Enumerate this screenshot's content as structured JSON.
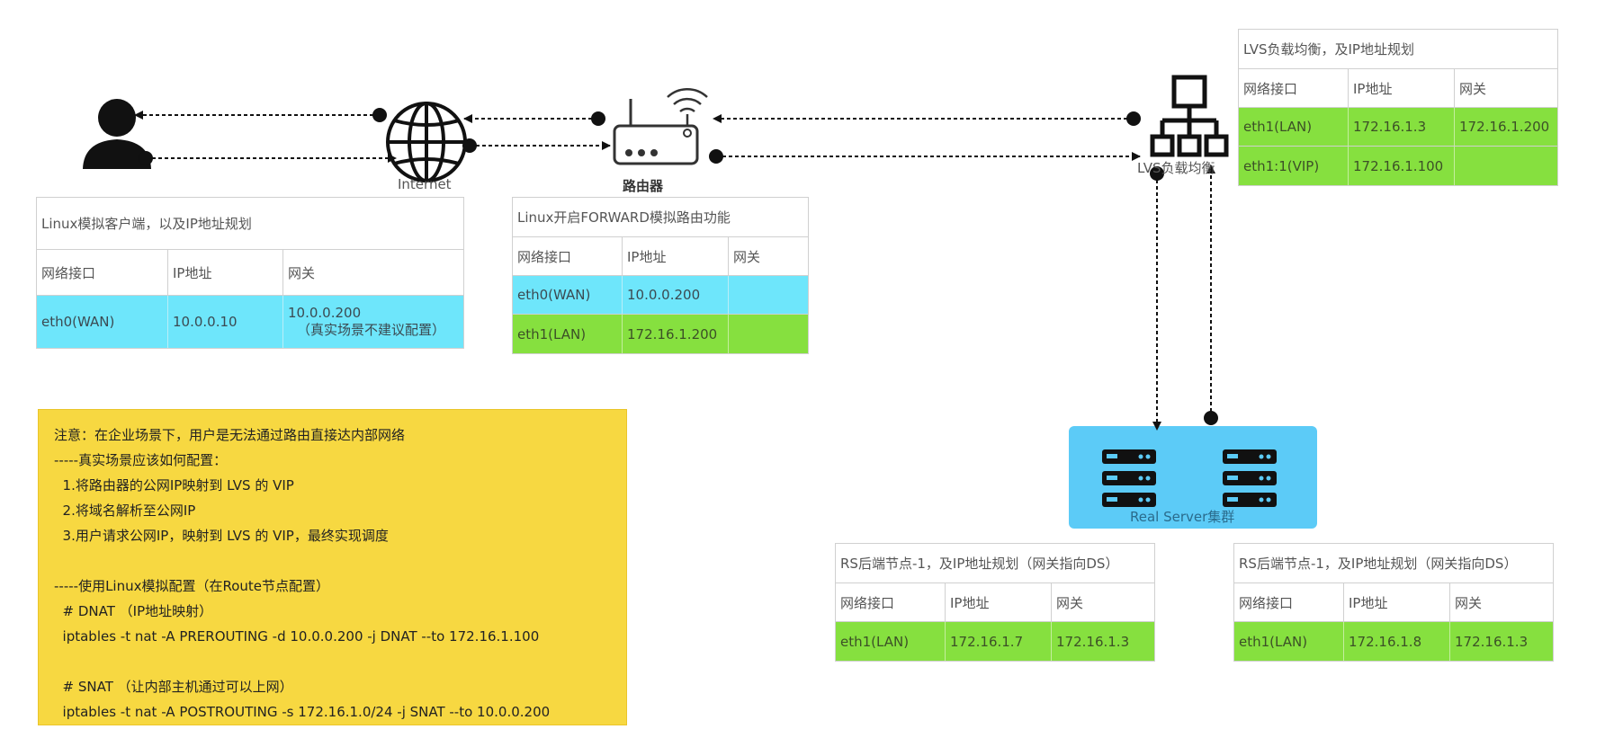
{
  "labels": {
    "internet": "Internet",
    "router": "路由器",
    "lvs": "LVS负载均衡",
    "cluster": "Real Server集群"
  },
  "tables": {
    "client": {
      "caption": "Linux模拟客户端，以及IP地址规划",
      "headers": [
        "网络接口",
        "IP地址",
        "网关"
      ],
      "rows": [
        {
          "iface": "eth0(WAN)",
          "ip": "10.0.0.10",
          "gw_line1": "10.0.0.200",
          "gw_line2": "（真实场景不建议配置）"
        }
      ]
    },
    "router": {
      "caption": "Linux开启FORWARD模拟路由功能",
      "headers": [
        "网络接口",
        "IP地址",
        "网关"
      ],
      "rows": [
        {
          "iface": "eth0(WAN)",
          "ip": "10.0.0.200",
          "gw": ""
        },
        {
          "iface": "eth1(LAN)",
          "ip": "172.16.1.200",
          "gw": ""
        }
      ]
    },
    "lvs": {
      "caption": "LVS负载均衡，及IP地址规划",
      "headers": [
        "网络接口",
        "IP地址",
        "网关"
      ],
      "rows": [
        {
          "iface": "eth1(LAN)",
          "ip": "172.16.1.3",
          "gw": "172.16.1.200"
        },
        {
          "iface": "eth1:1(VIP)",
          "ip": "172.16.1.100",
          "gw": ""
        }
      ]
    },
    "rs1": {
      "caption": "RS后端节点-1，及IP地址规划（网关指向DS）",
      "headers": [
        "网络接口",
        "IP地址",
        "网关"
      ],
      "rows": [
        {
          "iface": "eth1(LAN)",
          "ip": "172.16.1.7",
          "gw": "172.16.1.3"
        }
      ]
    },
    "rs2": {
      "caption": "RS后端节点-1，及IP地址规划（网关指向DS）",
      "headers": [
        "网络接口",
        "IP地址",
        "网关"
      ],
      "rows": [
        {
          "iface": "eth1(LAN)",
          "ip": "172.16.1.8",
          "gw": "172.16.1.3"
        }
      ]
    }
  },
  "note": {
    "lines": [
      "注意：在企业场景下，用户是无法通过路由直接达内部网络",
      "-----真实场景应该如何配置：",
      "  1.将路由器的公网IP映射到 LVS 的 VIP",
      "  2.将域名解析至公网IP",
      "  3.用户请求公网IP，映射到 LVS 的 VIP，最终实现调度",
      "",
      "-----使用Linux模拟配置（在Route节点配置）",
      "  # DNAT （IP地址映射）",
      "  iptables -t nat -A PREROUTING -d 10.0.0.200 -j DNAT --to 172.16.1.100",
      "",
      "  # SNAT （让内部主机通过可以上网）",
      "  iptables -t nat -A POSTROUTING -s 172.16.1.0/24 -j SNAT --to 10.0.0.200"
    ]
  },
  "colors": {
    "wan_row": "#6ee6fb",
    "lan_row": "#86e03f",
    "note_bg": "#f7d841",
    "cluster_bg": "#5ccbf7"
  }
}
